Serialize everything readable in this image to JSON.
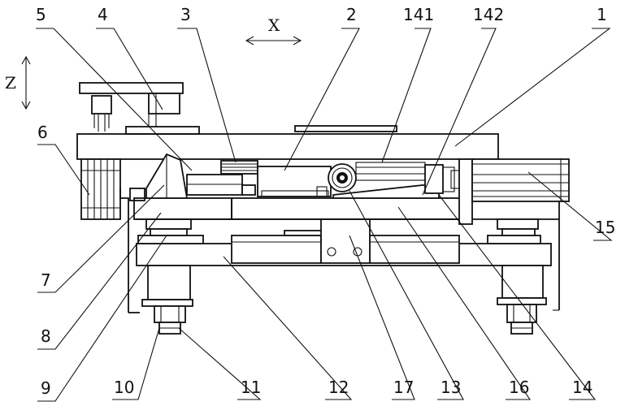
{
  "axes": {
    "x": "X",
    "z": "Z"
  },
  "labels": {
    "l1": "1",
    "l2": "2",
    "l3": "3",
    "l4": "4",
    "l5": "5",
    "l6": "6",
    "l7": "7",
    "l8": "8",
    "l9": "9",
    "l10": "10",
    "l11": "11",
    "l12": "12",
    "l13": "13",
    "l14": "14",
    "l15": "15",
    "l16": "16",
    "l17": "17",
    "l141": "141",
    "l142": "142"
  }
}
